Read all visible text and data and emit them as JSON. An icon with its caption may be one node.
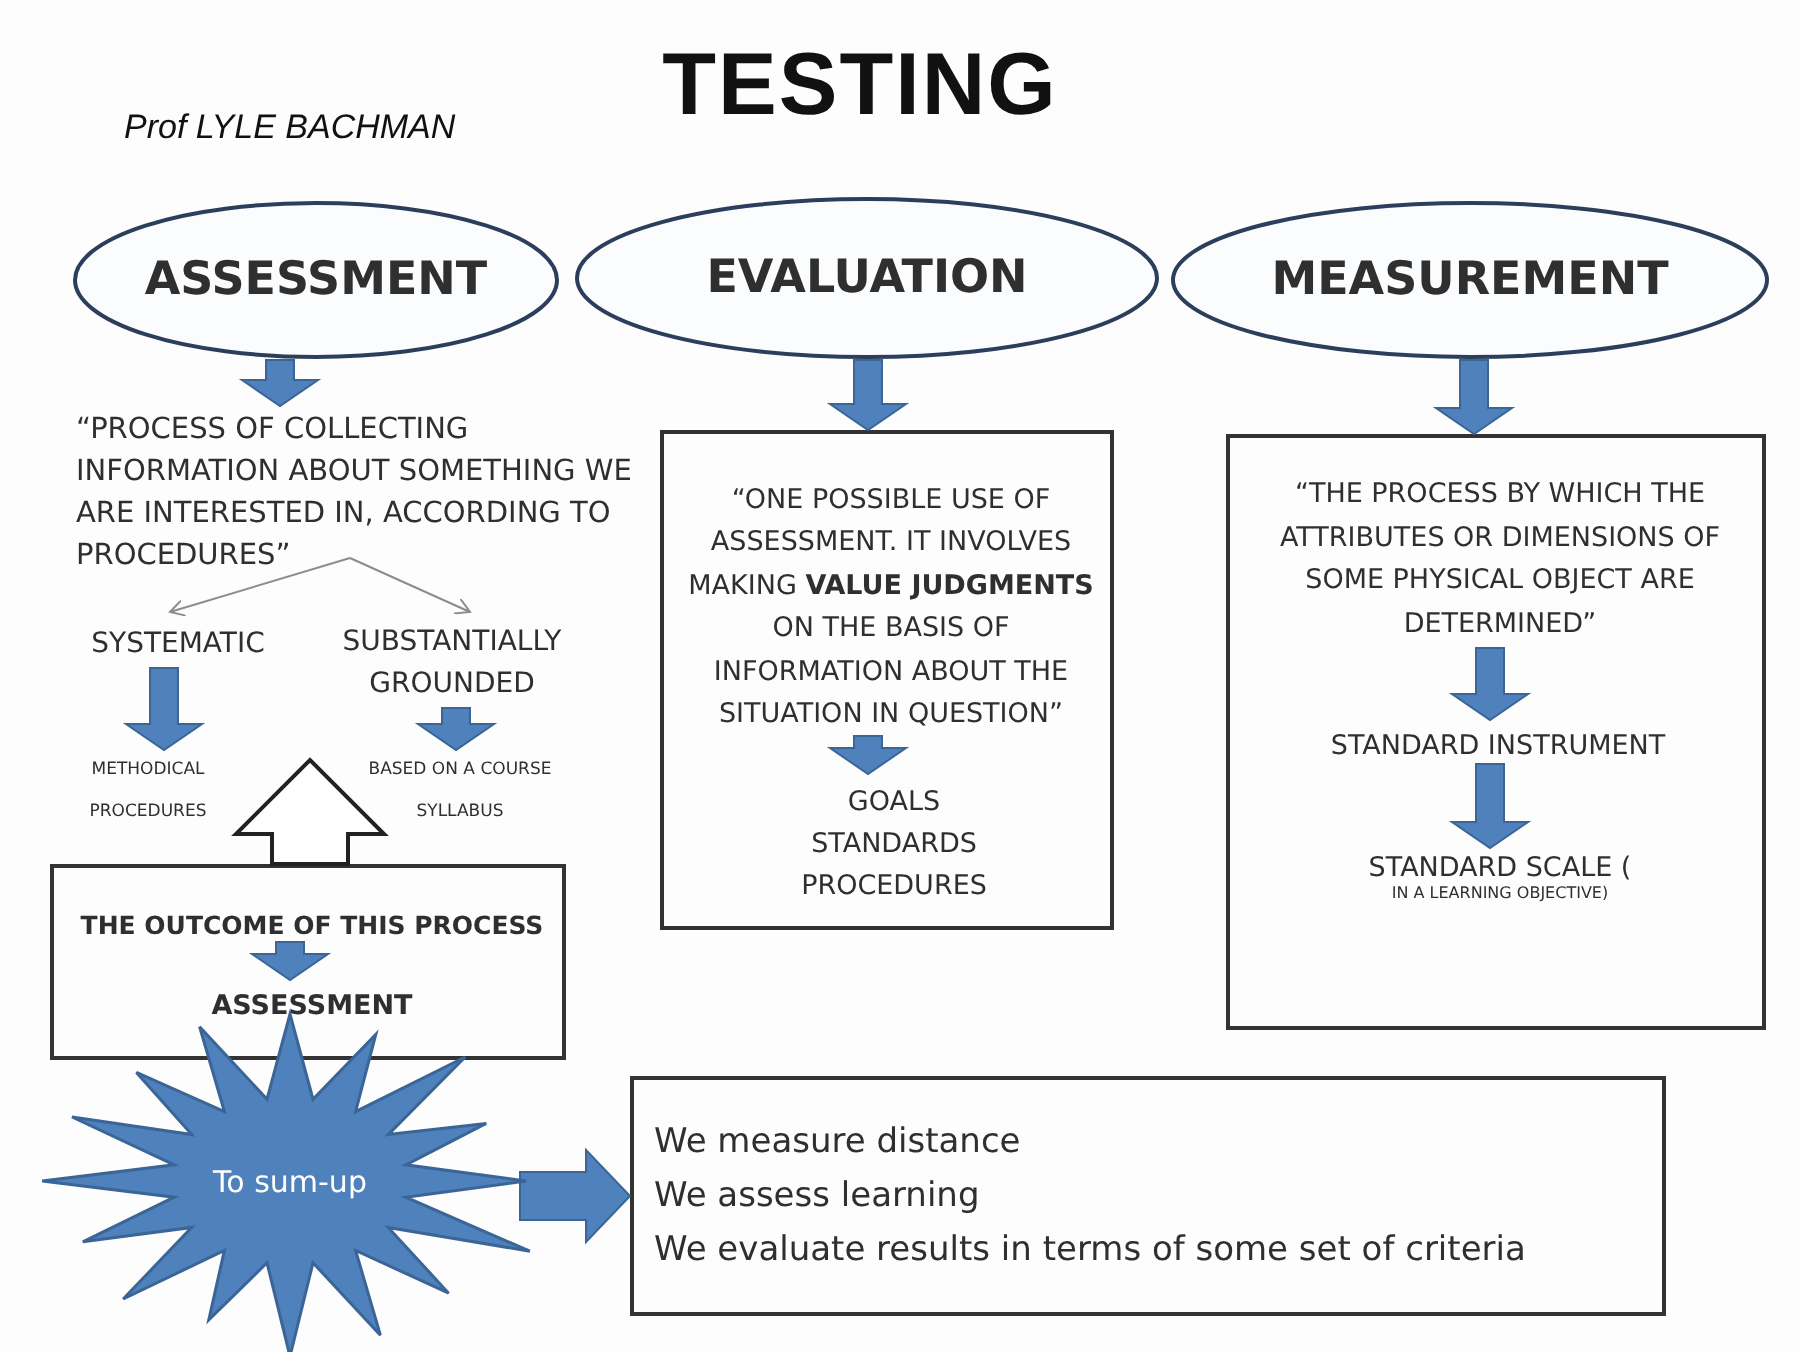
{
  "diagram": {
    "title": "TESTING",
    "nodes": [
      {
        "text": [
          "ASSESSMENT"
        ]
      },
      {
        "text": [
          "EVALUATION"
        ]
      },
      {
        "text": [
          "MEASUREMENT"
        ]
      },
      {
        "text": [
          "“PROCESS OF COLLECTING INFORMATION ABOUT SOMETHING WE ARE INTERESTED IN, ACCORDING TO PROCEDURES”"
        ]
      },
      {
        "text": [
          "SYSTEMATIC"
        ]
      },
      {
        "text": [
          "SUBSTANTIALLY GROUNDED"
        ]
      },
      {
        "text": [
          "METHODICAL PROCEDURES"
        ]
      },
      {
        "text": [
          "BASED ON A COURSE SYLLABUS"
        ]
      },
      {
        "text": [],
        "shape": "box"
      },
      {
        "text": [
          "THE OUTCOME OF THIS PROCESS"
        ],
        "in": 8
      },
      {
        "text": [
          "ASSESSMENT"
        ],
        "in": 8
      },
      {
        "text": [],
        "shape": "box"
      },
      {
        "text": [
          "“ONE POSSIBLE USE OF ASSESSMENT. IT INVOLVES MAKING **VALUE JUDGMENTS** ON THE BASIS OF INFORMATION ABOUT THE SITUATION IN QUESTION”"
        ],
        "in": 11
      },
      {
        "text": [
          "GOALS STANDARDS PROCEDURES"
        ],
        "in": 11
      },
      {
        "text": [],
        "shape": "box"
      },
      {
        "text": [
          "“THE PROCESS BY WHICH THE ATTRIBUTES OR DIMENSIONS OF SOME PHYSICAL OBJECT ARE DETERMINED”"
        ],
        "in": 14
      },
      {
        "text": [
          "STANDARD INSTRUMENT"
        ],
        "in": 14
      },
      {
        "text": [
          "STANDARD SCALE (",
          "IN A LEARNING OBJECTIVE)"
        ],
        "in": 14
      },
      {
        "text": [
          "To sum-up"
        ]
      },
      {
        "text": [
          "We measure distance",
          "We assess learning",
          "We evaluate results in terms of some set of criteria"
        ]
      }
    ],
    "edges": [
      {
        "from": 0,
        "to": 3,
        "arrow": "to",
        "style": "thick"
      },
      {
        "from": 3,
        "to": 4,
        "arrow": "to",
        "color": "#8c8c8c"
      },
      {
        "from": 3,
        "to": 5,
        "arrow": "to",
        "color": "#8c8c8c"
      },
      {
        "from": 4,
        "to": 6,
        "arrow": "to",
        "style": "thick"
      },
      {
        "from": 5,
        "to": 7,
        "arrow": "to",
        "style": "thick"
      },
      {
        "from": 8,
        "to": null,
        "arrow": "to",
        "style": "thick",
        "color": "#ffffff"
      },
      {
        "from": 9,
        "to": 10,
        "arrow": "to",
        "style": "thick"
      },
      {
        "from": 1,
        "to": 11,
        "arrow": "to",
        "style": "thick"
      },
      {
        "from": 12,
        "to": 13,
        "arrow": "to",
        "style": "thick"
      },
      {
        "from": 2,
        "to": 14,
        "arrow": "to",
        "style": "thick"
      },
      {
        "from": 15,
        "to": 16,
        "arrow": "to",
        "style": "thick"
      },
      {
        "from": 16,
        "to": 17,
        "arrow": "to",
        "style": "thick"
      },
      {
        "from": 18,
        "to": 19,
        "arrow": "to",
        "style": "thick"
      }
    ],
    "labels": [
      "Prof LYLE BACHMAN"
    ]
  }
}
